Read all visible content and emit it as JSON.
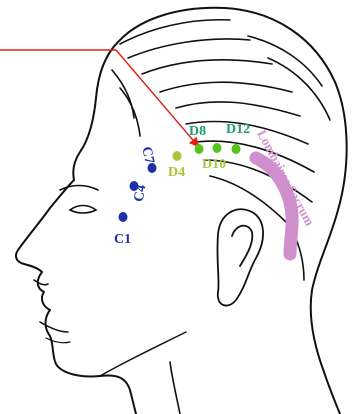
{
  "labels": {
    "c1": "C1",
    "c4": "C4",
    "c7": "C7",
    "d4": "D4",
    "d8": "D8",
    "d10": "D10",
    "d12": "D12",
    "lumbar": "Lombaires Sacrum"
  },
  "colors": {
    "cervical": "#1f2fa8",
    "dorsal_upper": "#a8c83a",
    "dorsal_mid": "#1f9d6a",
    "dorsal_dots": "#55c21e",
    "lumbar": "#cf8fcc",
    "pointer": "#e02010",
    "outline": "#111111"
  }
}
